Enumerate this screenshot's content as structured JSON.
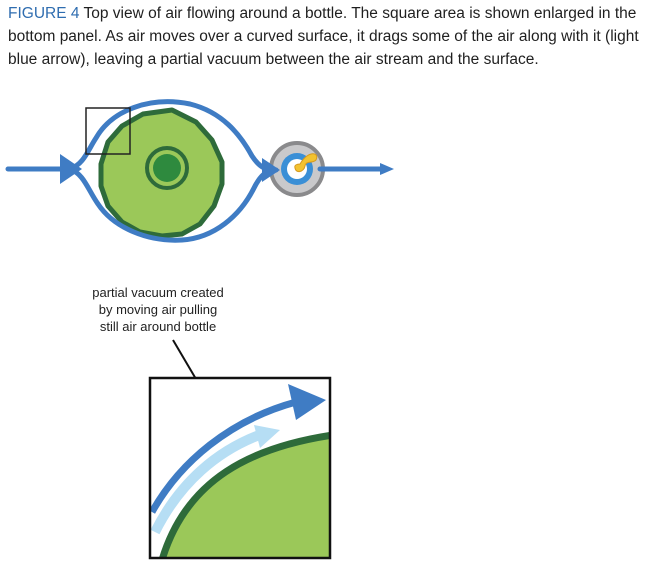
{
  "caption": {
    "label": "FIGURE 4",
    "text": " Top view of air flowing around a bottle. The square area is shown enlarged in the bottom panel. As air moves over a curved surface, it drags some of the air along with it (light blue arrow), leaving a partial vacuum between the air stream and the surface."
  },
  "annotation": {
    "lines": [
      "partial vacuum created",
      "by moving air pulling",
      "still air around bottle"
    ]
  },
  "colors": {
    "air_stream": "#3f7cc4",
    "light_blue_arrow": "#b6def4",
    "bottle_fill": "#9bc859",
    "bottle_outline": "#2e6b3a",
    "candle_gray": "#8a8a8c",
    "flame_yellow": "#f2c230"
  }
}
